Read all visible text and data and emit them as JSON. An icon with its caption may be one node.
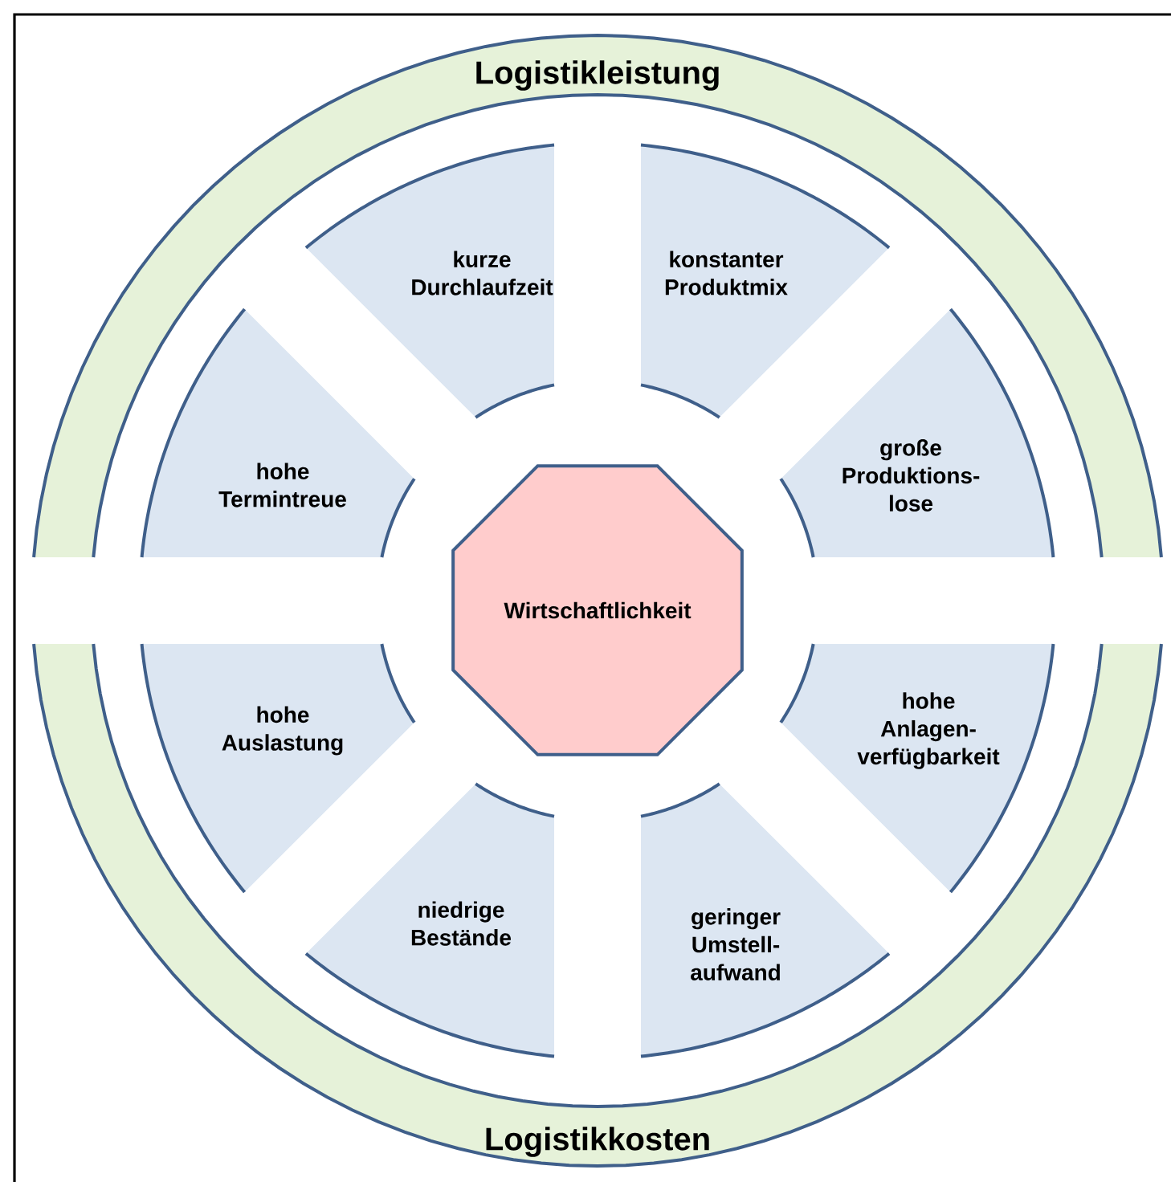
{
  "diagram": {
    "nodes": [
      {
        "text": [
          "Logistikleistung"
        ]
      },
      {
        "text": [
          "kurze Durchlaufzeit"
        ]
      },
      {
        "text": [
          "konstanter Produktmix"
        ]
      },
      {
        "text": [
          "hohe Termintreue"
        ]
      },
      {
        "text": [
          "große Produktions-lose"
        ]
      },
      {
        "text": [
          "Wirtschaftlichkeit"
        ]
      },
      {
        "text": [
          "hohe Auslastung"
        ]
      },
      {
        "text": [
          "hohe Anlagen-verfügbarkeit"
        ]
      },
      {
        "text": [
          "niedrige Bestände"
        ]
      },
      {
        "text": [
          "geringer Umstell-aufwand"
        ]
      },
      {
        "text": [
          "Logistikkosten"
        ]
      }
    ]
  }
}
